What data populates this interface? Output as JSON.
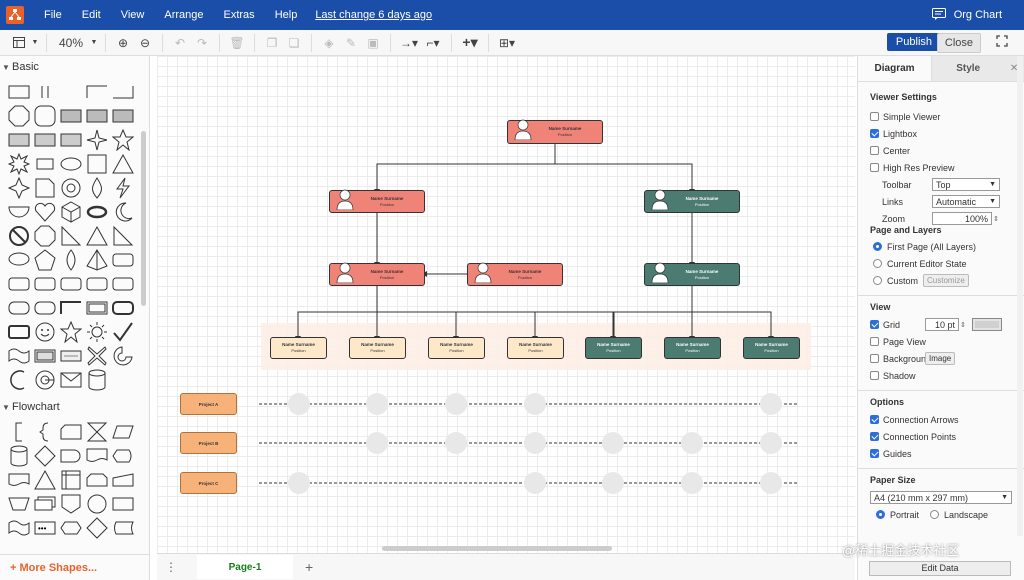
{
  "menubar": {
    "items": [
      "File",
      "Edit",
      "View",
      "Arrange",
      "Extras",
      "Help"
    ],
    "last_change": "Last change 6 days ago",
    "doc_title": "Org Chart"
  },
  "toolbar": {
    "zoom": "40%",
    "publish": "Publish",
    "close": "Close"
  },
  "sidebar": {
    "basic": "Basic",
    "flowchart": "Flowchart",
    "more_shapes": "+ More Shapes..."
  },
  "pages": {
    "current": "Page-1",
    "add": "+"
  },
  "org": {
    "name": "Name Surname",
    "position": "Position"
  },
  "projects": [
    "Project A",
    "Project B",
    "Project C"
  ],
  "panel": {
    "tabs": [
      "Diagram",
      "Style"
    ],
    "viewer_settings": "Viewer Settings",
    "simple_viewer": "Simple Viewer",
    "lightbox": "Lightbox",
    "center": "Center",
    "high_res": "High Res Preview",
    "toolbar_label": "Toolbar",
    "toolbar_value": "Top",
    "links_label": "Links",
    "links_value": "Automatic",
    "zoom_label": "Zoom",
    "zoom_value": "100%",
    "page_layers": "Page and Layers",
    "first_page": "First Page (All Layers)",
    "current_state": "Current Editor State",
    "custom": "Custom",
    "customize": "Customize",
    "view": "View",
    "grid": "Grid",
    "grid_value": "10 pt",
    "page_view": "Page View",
    "background": "Background",
    "image": "Image",
    "shadow": "Shadow",
    "options": "Options",
    "conn_arrows": "Connection Arrows",
    "conn_points": "Connection Points",
    "guides": "Guides",
    "paper_size": "Paper Size",
    "paper_value": "A4 (210 mm x 297 mm)",
    "portrait": "Portrait",
    "landscape": "Landscape",
    "edit_data": "Edit Data"
  },
  "watermark": "@稀土掘金技术社区"
}
